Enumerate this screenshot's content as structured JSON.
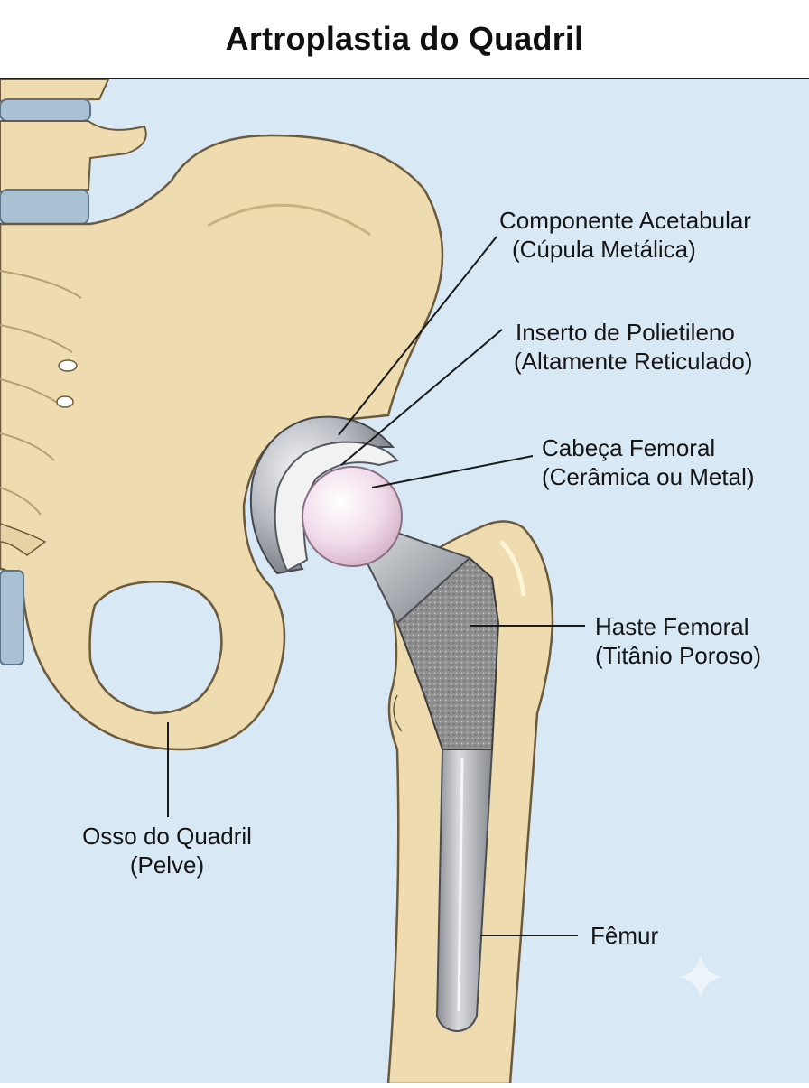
{
  "title": "Artroplastia do Quadril",
  "colors": {
    "background": "#d8e8f5",
    "bone": "#eedcb0",
    "bone_outline": "#6b5a3c",
    "metal": "#b9bcc2",
    "polyethylene": "#f2f2f2",
    "ceramic_head": "#f1dbea",
    "porous_titanium": "#8f8f8f",
    "cartilage_disc": "#a9c1d3"
  },
  "labels": {
    "acetabular": {
      "line1": "Componente Acetabular",
      "line2": "(Cúpula Metálica)"
    },
    "insert": {
      "line1": "Inserto de Polietileno",
      "line2": "(Altamente Reticulado)"
    },
    "head": {
      "line1": "Cabeça Femoral",
      "line2": "(Cerâmica ou Metal)"
    },
    "stem": {
      "line1": "Haste Femoral",
      "line2": "(Titânio Poroso)"
    },
    "pelvis": {
      "line1": "Osso do Quadril",
      "line2": "(Pelve)"
    },
    "femur": {
      "line1": "Fêmur"
    }
  },
  "icons": [
    "sparkle-icon"
  ]
}
